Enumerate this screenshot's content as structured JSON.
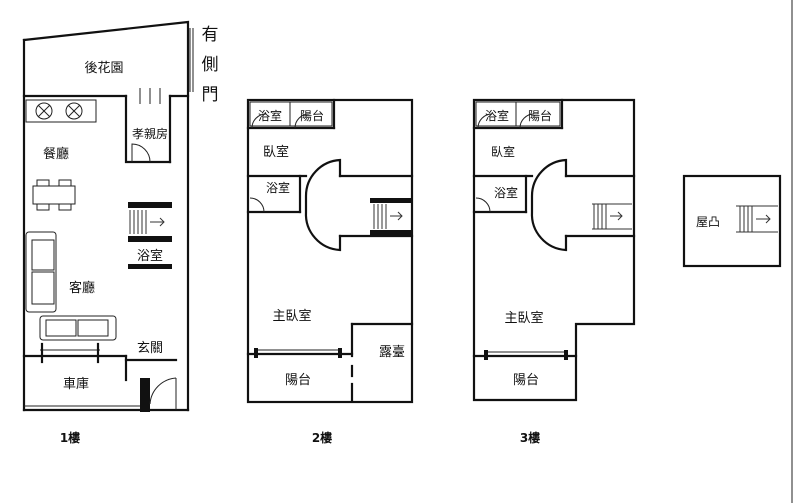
{
  "floor1": {
    "label": "1樓",
    "rooms": {
      "back_garden": "後花園",
      "side_door": [
        "有",
        "側",
        "門"
      ],
      "elder_room": "孝親房",
      "dining": "餐廳",
      "bathroom": "浴室",
      "living": "客廳",
      "entrance": "玄關",
      "garage": "車庫"
    }
  },
  "floor2": {
    "label": "2樓",
    "rooms": {
      "bathroom_top": "浴室",
      "balcony_top": "陽台",
      "bedroom": "臥室",
      "bathroom_mid": "浴室",
      "master_bedroom": "主臥室",
      "terrace": "露臺",
      "balcony_bottom": "陽台"
    }
  },
  "floor3": {
    "label": "3樓",
    "rooms": {
      "bathroom_top": "浴室",
      "balcony_top": "陽台",
      "bedroom": "臥室",
      "bathroom_mid": "浴室",
      "master_bedroom": "主臥室",
      "balcony_bottom": "陽台"
    }
  },
  "roof": {
    "rooms": {
      "roof_structure": "屋凸"
    }
  }
}
